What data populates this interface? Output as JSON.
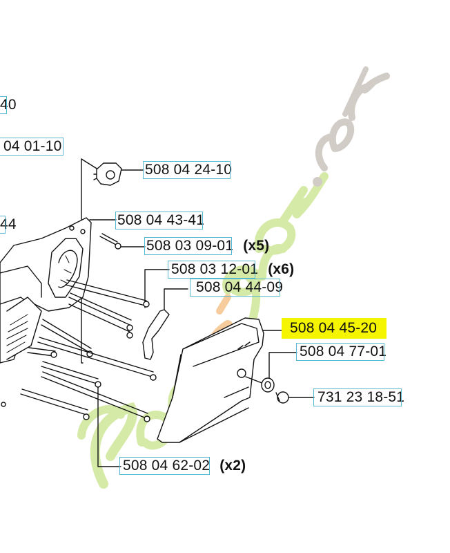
{
  "diagram": {
    "type": "exploded parts diagram",
    "highlighted_part": "508 04 45-20",
    "highlight_color": "#f5f500",
    "label_box_color": "#55b8d0",
    "watermark": {
      "text_green": "Foret'jardin",
      "text_orange_part": "t'",
      "text_gray": ".com",
      "green": "#cfe79a",
      "orange": "#f6c48d",
      "gray": "#c9c4bd"
    },
    "labels": [
      {
        "id": "p1",
        "text": "40",
        "qty": ""
      },
      {
        "id": "p2",
        "text": "04 01-10",
        "qty": ""
      },
      {
        "id": "p3",
        "text": "508 04 24-10",
        "qty": ""
      },
      {
        "id": "p4",
        "text": "44",
        "qty": ""
      },
      {
        "id": "p5",
        "text": "508 04 43-41",
        "qty": ""
      },
      {
        "id": "p6",
        "text": "508 03 09-01",
        "qty": "(x5)"
      },
      {
        "id": "p7",
        "text": "508 03 12-01",
        "qty": "(x6)"
      },
      {
        "id": "p8",
        "text": "508 04 44-09",
        "qty": ""
      },
      {
        "id": "p9",
        "text": "508 04 45-20",
        "qty": ""
      },
      {
        "id": "p10",
        "text": "508 04 77-01",
        "qty": ""
      },
      {
        "id": "p11",
        "text": "731 23 18-51",
        "qty": ""
      },
      {
        "id": "p12",
        "text": "508 04 62-02",
        "qty": "(x2)"
      }
    ]
  }
}
